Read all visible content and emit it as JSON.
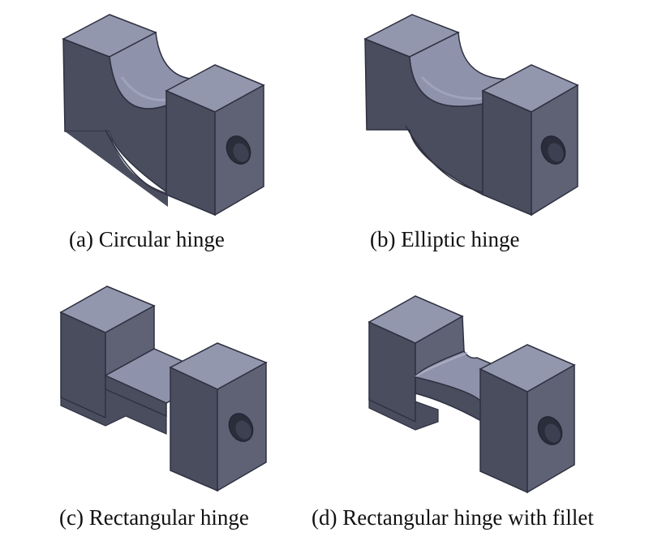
{
  "figure": {
    "captions": {
      "a": "(a) Circular hinge",
      "b": "(b) Elliptic hinge",
      "c": "(c) Rectangular hinge",
      "d": "(d) Rectangular hinge with fillet"
    },
    "colors": {
      "front_face": "#4a4d5e",
      "side_face": "#5f6275",
      "top_face": "#9397ad",
      "cut_surface": "#8e92aa",
      "cut_shadow": "#6d7085",
      "edge": "#2e3040",
      "hole": "#2b2d3a"
    }
  }
}
